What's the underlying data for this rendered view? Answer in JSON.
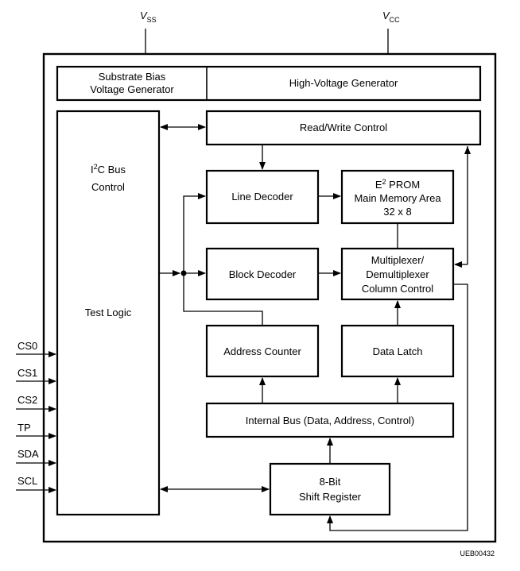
{
  "supply": {
    "vss": {
      "main": "V",
      "sub": "SS"
    },
    "vcc": {
      "main": "V",
      "sub": "CC"
    }
  },
  "blocks": {
    "substrate": {
      "line1": "Substrate Bias",
      "line2": "Voltage Generator"
    },
    "hv": "High-Voltage Generator",
    "i2c": {
      "prefix": "I",
      "sup": "2",
      "rest": "C Bus",
      "line2": "Control"
    },
    "test": "Test Logic",
    "rw": "Read/Write Control",
    "line_decoder": "Line Decoder",
    "eeprom": {
      "prefix": "E",
      "sup": "2",
      "rest": " PROM",
      "line2": "Main Memory Area",
      "line3": "32 x 8"
    },
    "block_decoder": "Block Decoder",
    "mux": {
      "line1": "Multiplexer/",
      "line2": "Demultiplexer",
      "line3": "Column Control"
    },
    "addr_counter": "Address Counter",
    "data_latch": "Data Latch",
    "internal_bus": "Internal Bus (Data, Address, Control)",
    "shift": {
      "line1": "8-Bit",
      "line2": "Shift Register"
    }
  },
  "pins": [
    "CS0",
    "CS1",
    "CS2",
    "TP",
    "SDA",
    "SCL"
  ],
  "figure_id": "UEB00432"
}
